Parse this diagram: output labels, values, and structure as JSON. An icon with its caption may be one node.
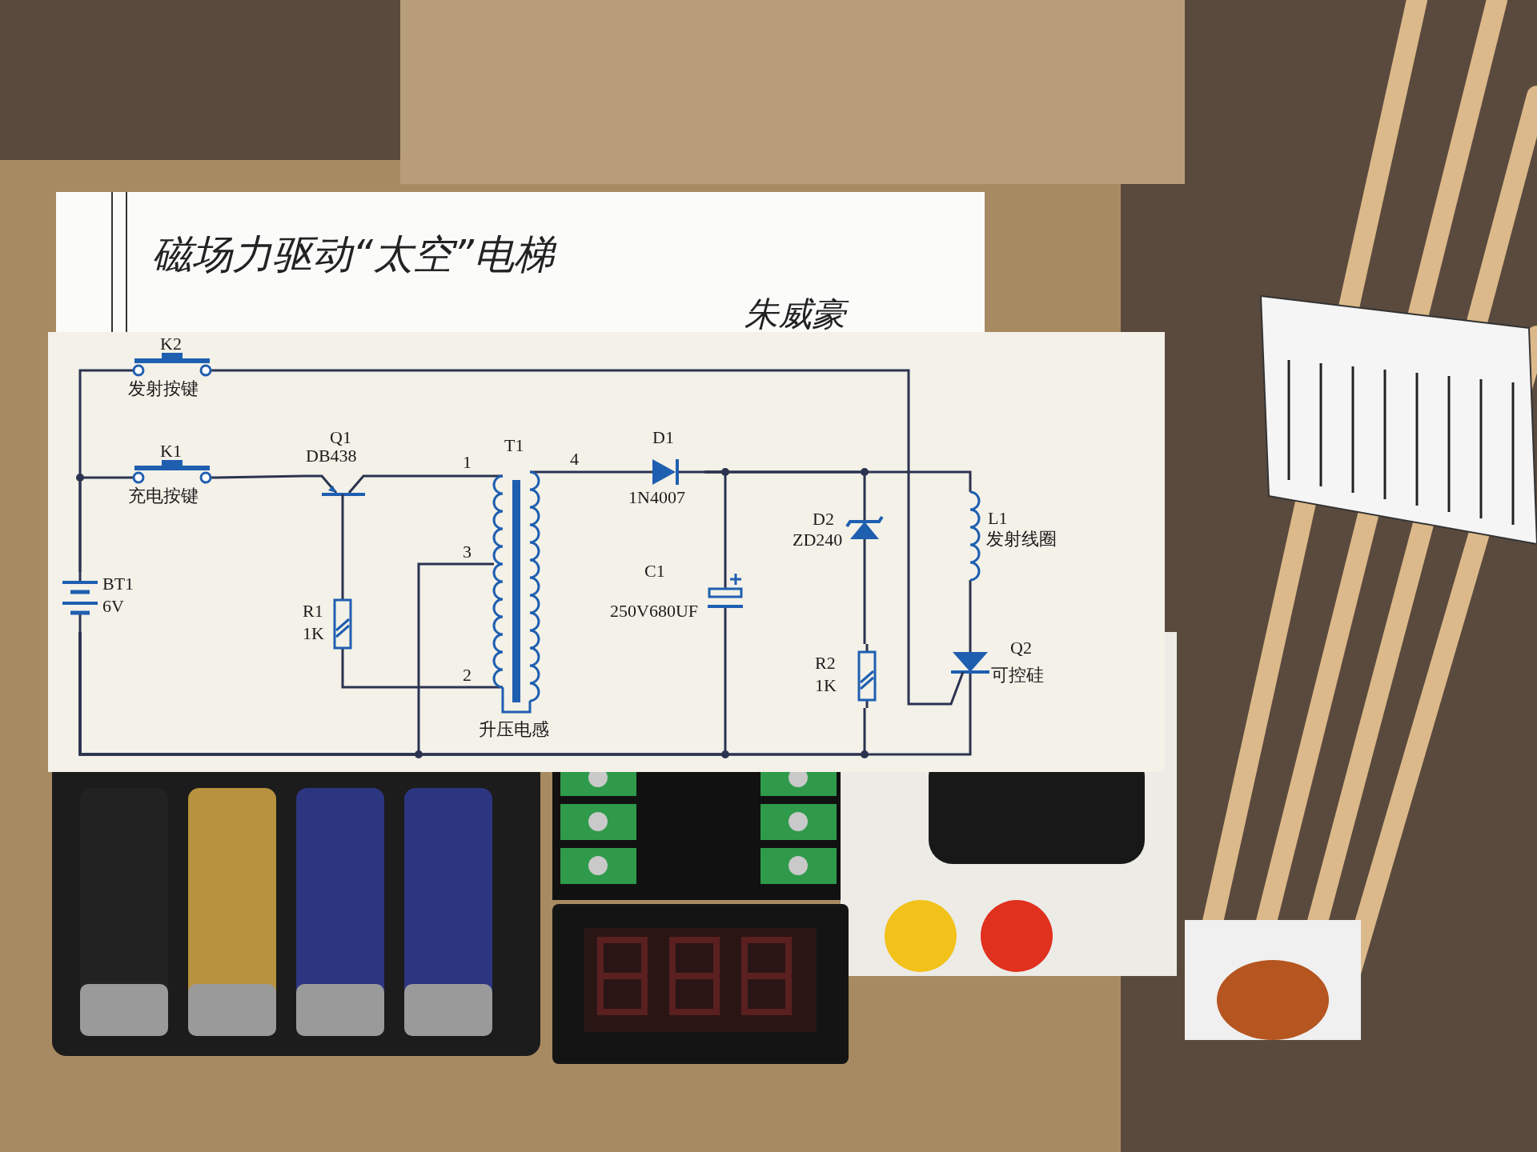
{
  "diagram": {
    "title": "磁场力驱动“太空”电梯",
    "nodes": [
      {
        "text": [
          "K2",
          "发射按键"
        ]
      },
      {
        "text": [
          "K1",
          "充电按键"
        ]
      },
      {
        "text": [
          "BT1",
          "6V"
        ]
      },
      {
        "text": [
          "Q1",
          "DB438"
        ]
      },
      {
        "text": [
          "R1",
          "1K"
        ]
      },
      {
        "text": [
          "T1",
          "升压电感"
        ],
        "beside": [
          "1",
          "4",
          "3",
          "2"
        ]
      },
      {
        "text": [
          "D1",
          "1N4007"
        ]
      },
      {
        "text": [
          "C1",
          "250V680UF"
        ]
      },
      {
        "text": [
          "D2",
          "ZD240"
        ]
      },
      {
        "text": [
          "R2",
          "1K"
        ]
      },
      {
        "text": [
          "L1",
          "发射线圈"
        ]
      },
      {
        "text": [
          "Q2",
          "可控硅"
        ]
      }
    ],
    "edges": [
      {
        "from": 2,
        "to": 0,
        "arrow": "none"
      },
      {
        "from": 2,
        "to": 1,
        "arrow": "none"
      },
      {
        "from": 0,
        "to": 11,
        "arrow": "none"
      },
      {
        "from": 1,
        "to": 3,
        "arrow": "none"
      },
      {
        "from": 3,
        "to": 5,
        "arrow": "none"
      },
      {
        "from": 3,
        "to": 4,
        "arrow": "none"
      },
      {
        "from": 4,
        "to": 5,
        "arrow": "none"
      },
      {
        "from": 5,
        "to": 2,
        "arrow": "none"
      },
      {
        "from": 5,
        "to": 6,
        "arrow": "none"
      },
      {
        "from": 6,
        "to": 7,
        "arrow": "none"
      },
      {
        "from": 6,
        "to": 8,
        "arrow": "none"
      },
      {
        "from": 6,
        "to": 10,
        "arrow": "none"
      },
      {
        "from": 8,
        "to": 9,
        "arrow": "none"
      },
      {
        "from": 10,
        "to": 11,
        "arrow": "none"
      },
      {
        "from": 7,
        "to": 2,
        "arrow": "none"
      },
      {
        "from": 9,
        "to": 2,
        "arrow": "none"
      },
      {
        "from": 11,
        "to": 2,
        "arrow": "none"
      }
    ],
    "labels": [
      "朱威豪"
    ]
  }
}
